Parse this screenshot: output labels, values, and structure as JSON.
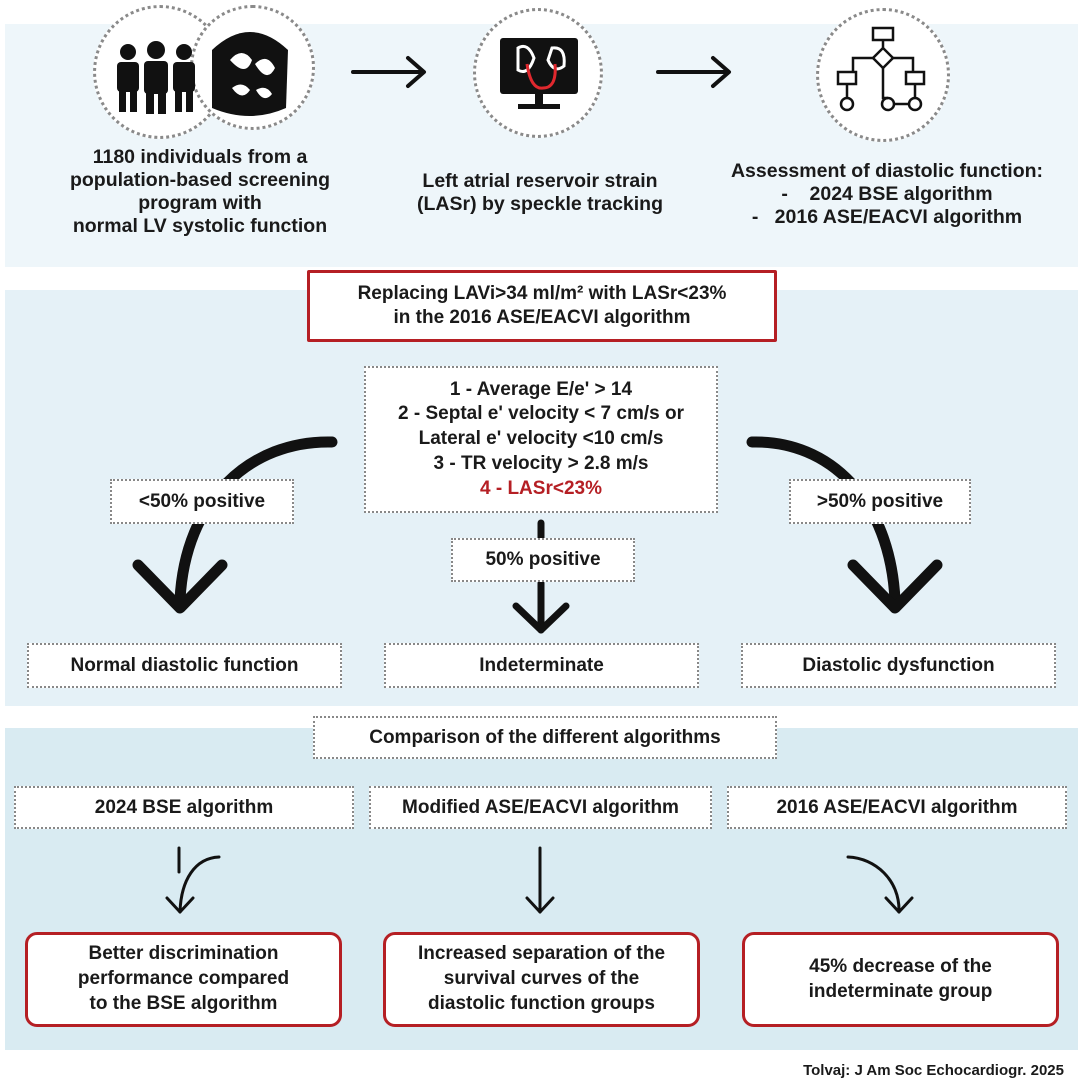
{
  "top": {
    "population_text": [
      "1180 individuals from a",
      "population-based screening",
      "program with",
      "normal LV systolic function"
    ],
    "strain_text": [
      "Left atrial reservoir strain",
      "(LASr) by speckle tracking"
    ],
    "assessment_title": "Assessment of diastolic function:",
    "assessment_items": [
      "2024 BSE algorithm",
      "2016 ASE/EACVI algorithm"
    ],
    "bullet": "-"
  },
  "middle": {
    "replace_text": [
      "Replacing LAVi>34 ml/m² with LASr<23%",
      "in the 2016 ASE/EACVI algorithm"
    ],
    "criteria": [
      "1 - Average E/e' > 14",
      "2 - Septal e' velocity < 7 cm/s or",
      "Lateral e' velocity <10 cm/s",
      "3 - TR velocity > 2.8 m/s",
      "4 - LASr<23%"
    ],
    "left_label": "<50% positive",
    "center_label": "50% positive",
    "right_label": ">50% positive",
    "outcome_left": "Normal diastolic function",
    "outcome_center": "Indeterminate",
    "outcome_right": "Diastolic dysfunction"
  },
  "bottom": {
    "comparison_title": "Comparison of the different algorithms",
    "algorithms": [
      "2024 BSE algorithm",
      "Modified ASE/EACVI algorithm",
      "2016 ASE/EACVI algorithm"
    ],
    "results": [
      [
        "Better discrimination",
        "performance compared",
        "to the BSE algorithm"
      ],
      [
        "Increased separation of the",
        "survival curves of the",
        "diastolic function groups"
      ],
      [
        "45% decrease of the",
        "indeterminate group"
      ]
    ]
  },
  "source": "Tolvaj: J Am Soc Echocardiogr. 2025",
  "colors": {
    "accent_red": "#b51f24",
    "panel_light": "#eef6fa",
    "panel_mid": "#e5f1f7",
    "panel_dark": "#d9ebf2"
  }
}
